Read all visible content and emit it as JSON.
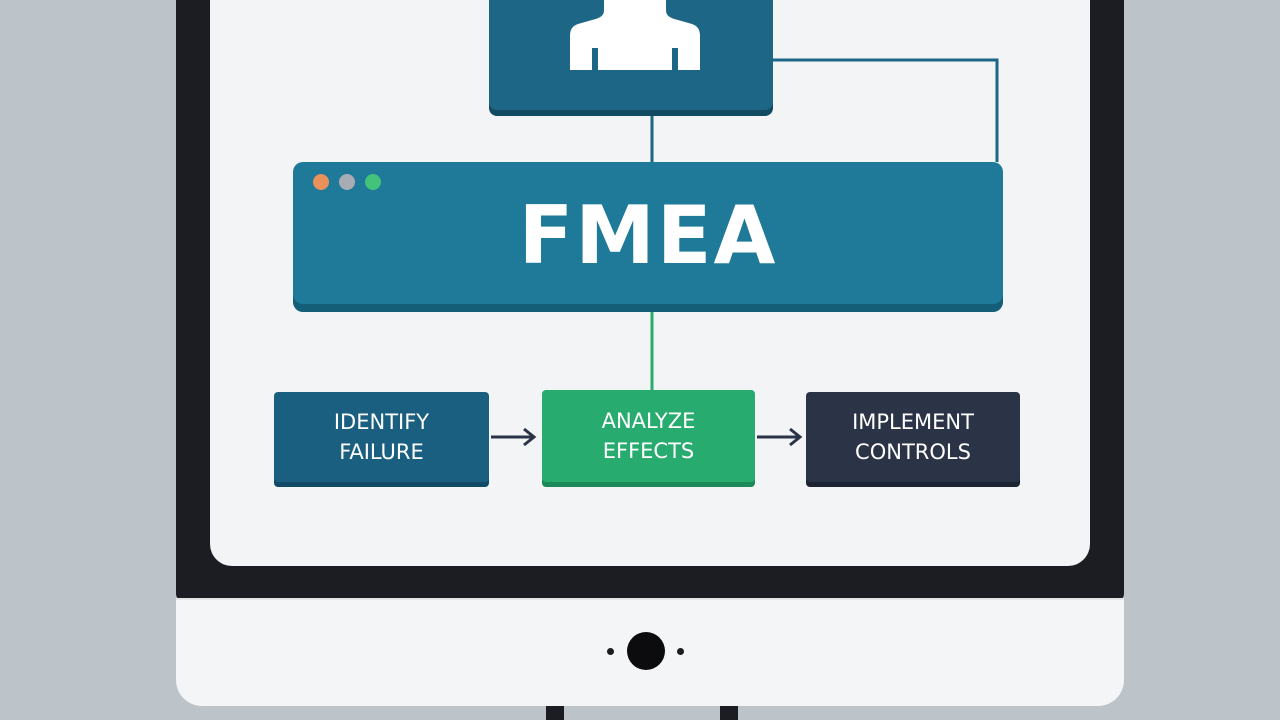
{
  "diagram": {
    "title": "FMEA",
    "window_dots": [
      {
        "name": "window-dot-orange",
        "color": "#e8915a"
      },
      {
        "name": "window-dot-gray",
        "color": "#a8adb5"
      },
      {
        "name": "window-dot-green",
        "color": "#43c27a"
      }
    ],
    "user_icon": "person-icon",
    "steps": [
      {
        "label": "IDENTIFY\nFAILURE",
        "color": "#1b5f80"
      },
      {
        "label": "ANALYZE\nEFFECTS",
        "color": "#27ab6f"
      },
      {
        "label": "IMPLEMENT\nCONTROLS",
        "color": "#2b3447"
      }
    ]
  },
  "colors": {
    "primary_blue": "#1e7a98",
    "dark_blue": "#1d6686",
    "green": "#27ab6f",
    "navy": "#2b3447",
    "background": "#bcc3c9",
    "screen": "#f2f4f6"
  }
}
